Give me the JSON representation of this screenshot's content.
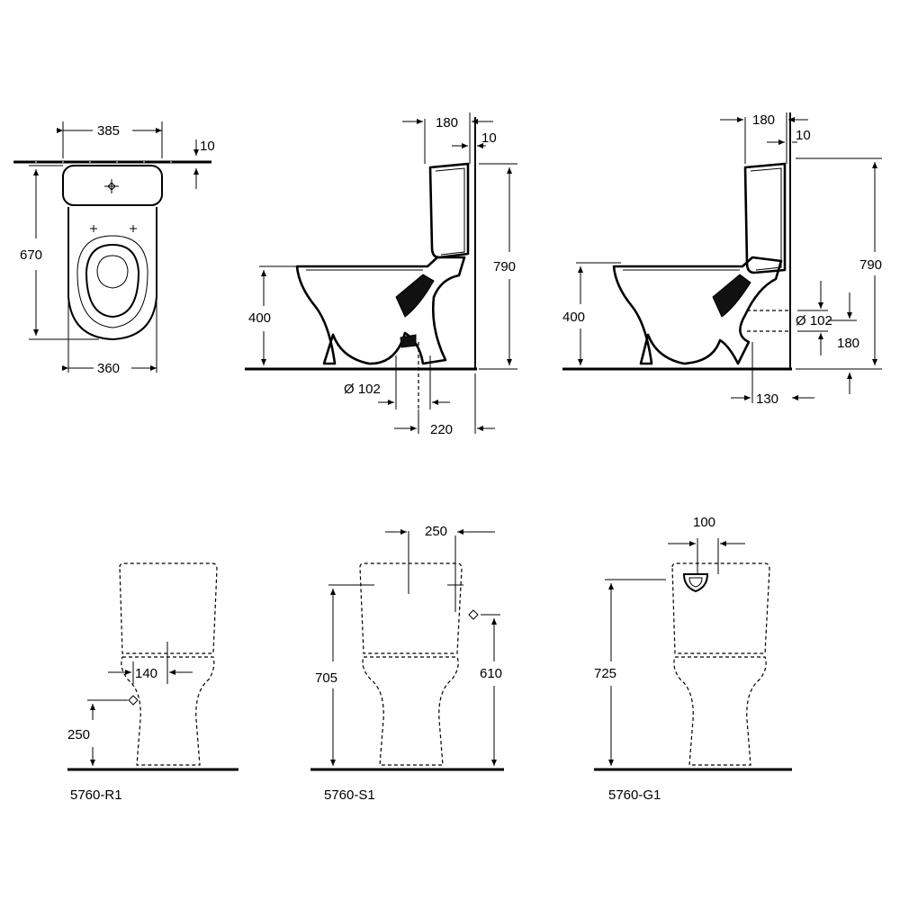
{
  "views": {
    "top": {
      "dims": {
        "width_top": "385",
        "wall_offset": "10",
        "depth": "670",
        "width_bottom": "360"
      }
    },
    "side_floor": {
      "dims": {
        "cistern_depth": "180",
        "wall_gap": "10",
        "total_height": "790",
        "seat_height": "400",
        "outlet_dia": "Ø 102",
        "outlet_dist": "220"
      }
    },
    "side_wall": {
      "dims": {
        "cistern_depth": "180",
        "wall_gap": "10",
        "total_height": "790",
        "seat_height": "400",
        "outlet_dia": "Ø 102",
        "outlet_height": "180",
        "outlet_dist": "130"
      }
    },
    "variant_r1": {
      "label": "5760-R1",
      "dims": {
        "inlet_offset": "140",
        "inlet_height": "250"
      }
    },
    "variant_s1": {
      "label": "5760-S1",
      "dims": {
        "inlet_offset": "250",
        "cistern_height": "705",
        "inlet_height": "610"
      }
    },
    "variant_g1": {
      "label": "5760-G1",
      "dims": {
        "inlet_offset": "100",
        "cistern_height": "725"
      }
    }
  }
}
